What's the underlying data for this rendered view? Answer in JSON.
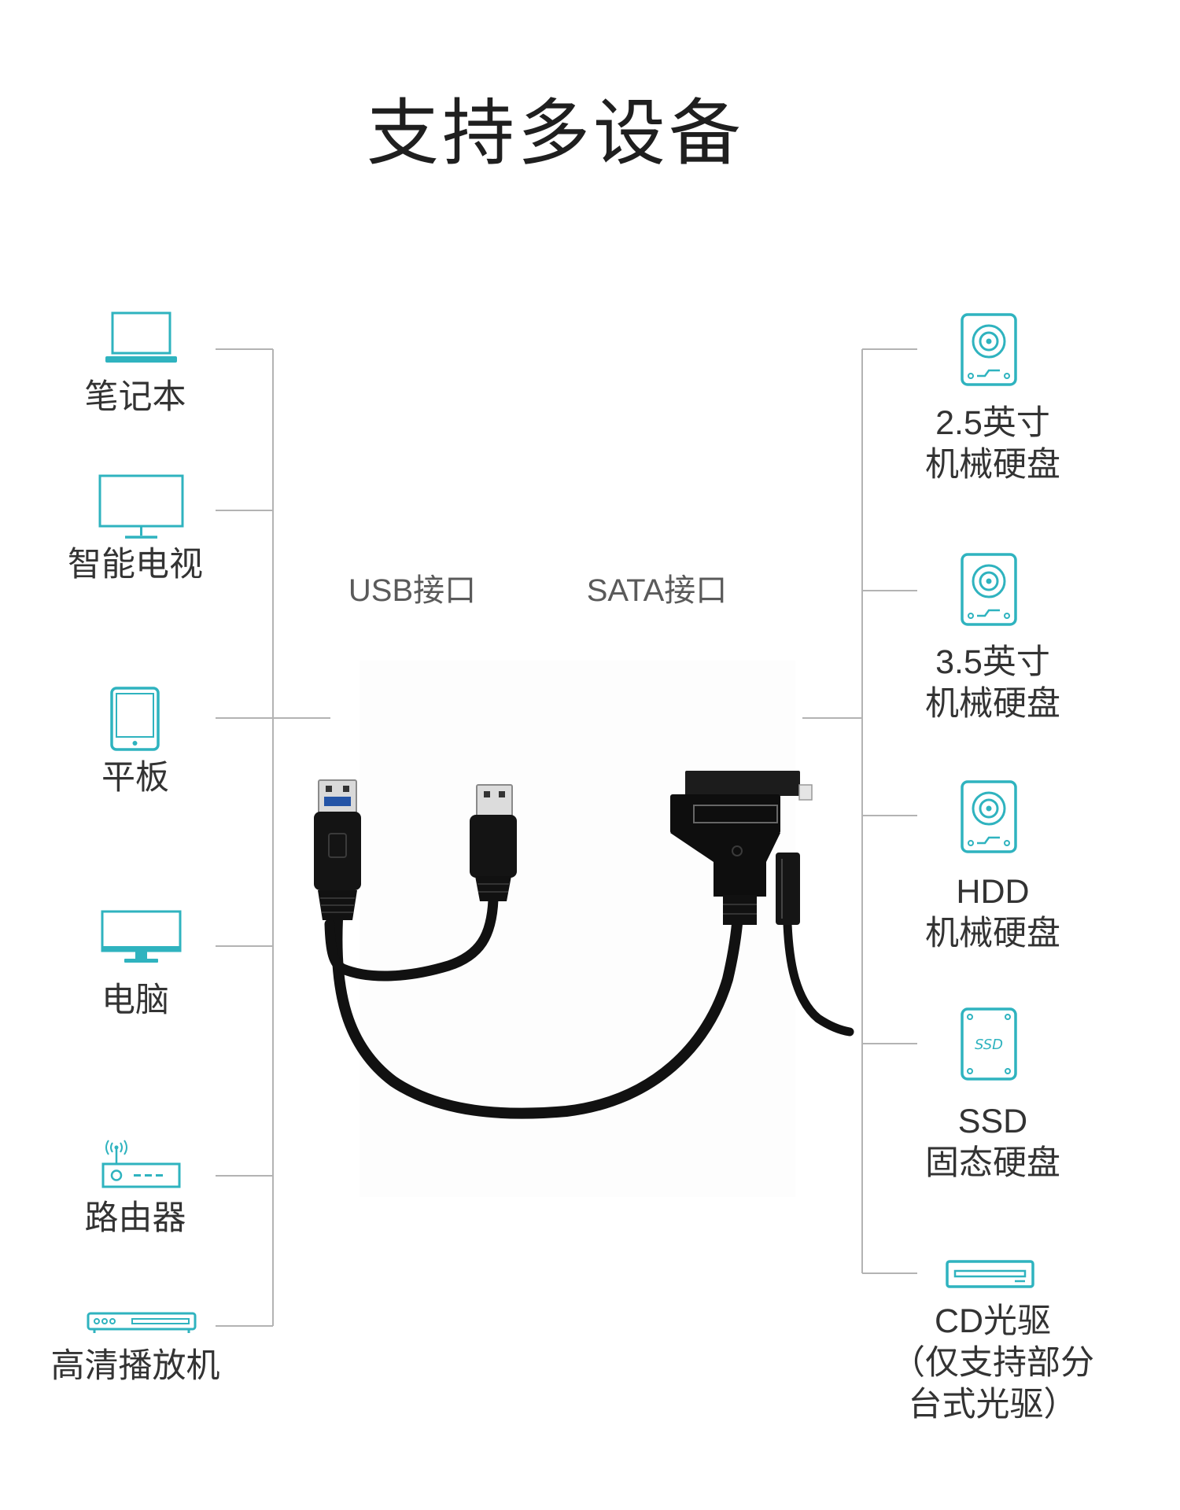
{
  "title": "支持多设备",
  "colors": {
    "accent": "#2fb3bf",
    "text": "#333333",
    "muted": "#5a5a5a",
    "line": "#b3b3b3",
    "cable": "#111111"
  },
  "left_devices": [
    {
      "label": "笔记本",
      "icon": "laptop-icon"
    },
    {
      "label": "智能电视",
      "icon": "smart-tv-icon"
    },
    {
      "label": "平板",
      "icon": "tablet-icon"
    },
    {
      "label": "电脑",
      "icon": "desktop-monitor-icon"
    },
    {
      "label": "路由器",
      "icon": "router-icon"
    },
    {
      "label": "高清播放机",
      "icon": "media-player-icon"
    }
  ],
  "center": {
    "usb_label": "USB接口",
    "sata_label": "SATA接口"
  },
  "right_devices": [
    {
      "lines": [
        "2.5英寸",
        "机械硬盘"
      ],
      "icon": "hard-disk-icon"
    },
    {
      "lines": [
        "3.5英寸",
        "机械硬盘"
      ],
      "icon": "hard-disk-icon"
    },
    {
      "lines": [
        "HDD",
        "机械硬盘"
      ],
      "icon": "hard-disk-icon"
    },
    {
      "lines": [
        "SSD",
        "固态硬盘"
      ],
      "icon": "ssd-icon",
      "icon_text": "SSD"
    },
    {
      "lines": [
        "CD光驱",
        "（仅支持部分",
        "台式光驱）"
      ],
      "icon": "optical-drive-icon"
    }
  ]
}
